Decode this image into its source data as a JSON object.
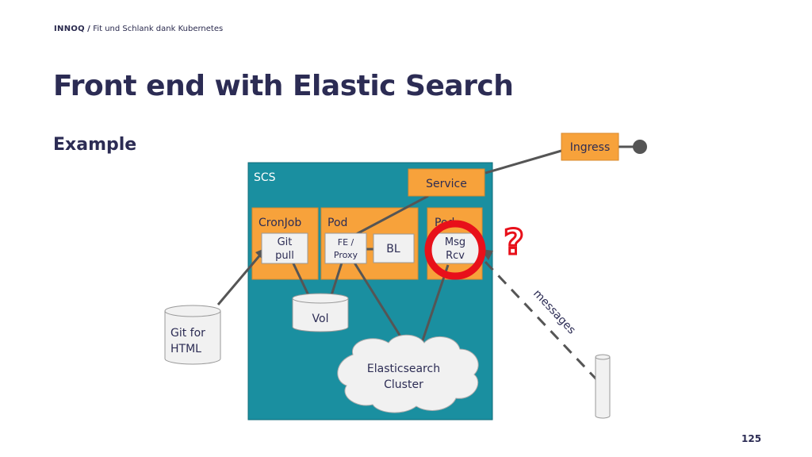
{
  "header": {
    "brand": "INNOQ",
    "separator": "/",
    "deck_title": "Fit und Schlank dank Kubernetes"
  },
  "title": "Front end with Elastic Search",
  "subtitle": "Example",
  "page_number": "125",
  "colors": {
    "scs_fill": "#1a8fa0",
    "component_fill": "#f7a23b",
    "inner_box_fill": "#f1f1f1",
    "connector": "#555555",
    "highlight_ring": "#e8101a",
    "title_text": "#2c2c54"
  },
  "diagram": {
    "scs_label": "SCS",
    "service_label": "Service",
    "ingress_label": "Ingress",
    "cronjob": {
      "label": "CronJob",
      "inner": [
        "Git",
        "pull"
      ]
    },
    "pod_frontend": {
      "label": "Pod",
      "fe_proxy": [
        "FE /",
        "Proxy"
      ],
      "bl": "BL"
    },
    "pod_msg": {
      "label": "Pod",
      "inner": [
        "Msg",
        "Rcv"
      ]
    },
    "volume_label": "Vol",
    "git_store": [
      "Git for",
      "HTML"
    ],
    "elasticsearch": [
      "Elasticsearch",
      "Cluster"
    ],
    "messages_label": "messages",
    "question_mark": "?"
  }
}
